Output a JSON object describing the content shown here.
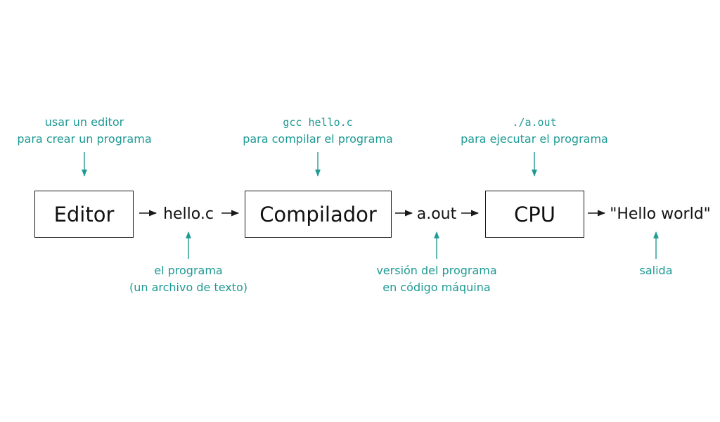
{
  "colors": {
    "accent": "#1e9a94",
    "text": "#111111",
    "border": "#1a1a1a"
  },
  "boxes": {
    "editor": "Editor",
    "compiler": "Compilador",
    "cpu": "CPU"
  },
  "files": {
    "source": "hello.c",
    "binary": "a.out",
    "output": "\"Hello world\""
  },
  "notes": {
    "editor": {
      "line1": "usar un editor",
      "line2": "para crear un programa"
    },
    "compiler": {
      "command": "gcc hello.c",
      "line2": "para compilar el programa"
    },
    "cpu": {
      "command": "./a.out",
      "line2": "para ejecutar el programa"
    },
    "source": {
      "line1": "el programa",
      "line2": "(un archivo de texto)"
    },
    "binary": {
      "line1": "versión del programa",
      "line2": "en código máquina"
    },
    "output": {
      "line1": "salida"
    }
  }
}
